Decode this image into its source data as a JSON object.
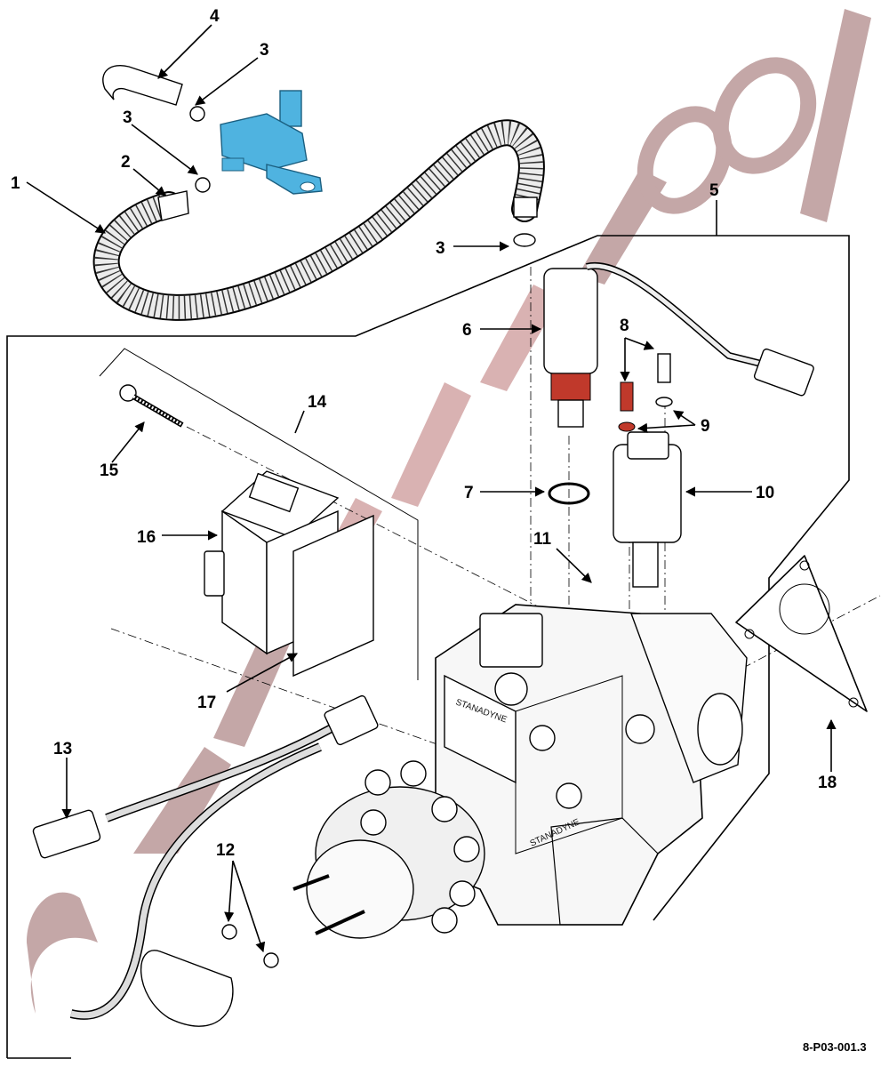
{
  "figure": {
    "reference": "8-P03-001.3",
    "pump_brand_text": "STANADYNE",
    "accent_colors": {
      "highlight_fitting": "#4fb3e0",
      "highlight_parts": "#c0392b",
      "watermark": "#b08a8a"
    }
  },
  "callouts": [
    {
      "id": "1",
      "text": "1"
    },
    {
      "id": "2",
      "text": "2"
    },
    {
      "id": "3a",
      "text": "3"
    },
    {
      "id": "3b",
      "text": "3"
    },
    {
      "id": "3c",
      "text": "3"
    },
    {
      "id": "4",
      "text": "4"
    },
    {
      "id": "5",
      "text": "5"
    },
    {
      "id": "6",
      "text": "6"
    },
    {
      "id": "7",
      "text": "7"
    },
    {
      "id": "8",
      "text": "8"
    },
    {
      "id": "9",
      "text": "9"
    },
    {
      "id": "10",
      "text": "10"
    },
    {
      "id": "11",
      "text": "11"
    },
    {
      "id": "12",
      "text": "12"
    },
    {
      "id": "13",
      "text": "13"
    },
    {
      "id": "14",
      "text": "14"
    },
    {
      "id": "15",
      "text": "15"
    },
    {
      "id": "16",
      "text": "16"
    },
    {
      "id": "17",
      "text": "17"
    },
    {
      "id": "18",
      "text": "18"
    }
  ]
}
